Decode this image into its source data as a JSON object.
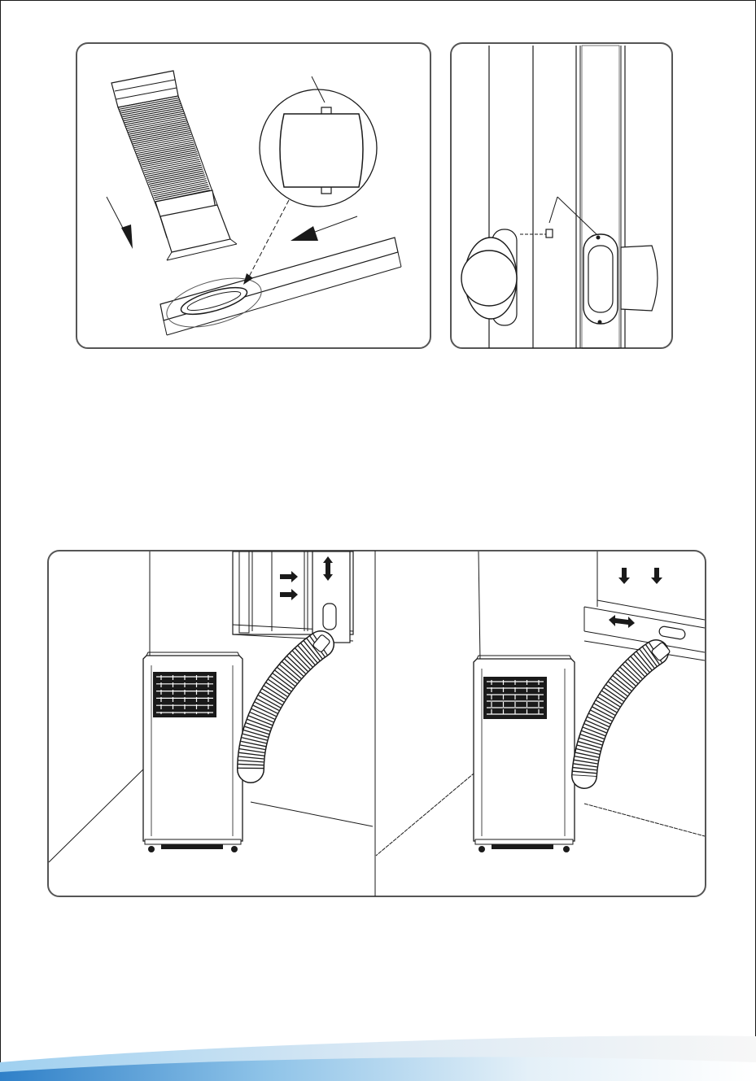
{
  "document": {
    "figures": [
      {
        "id": "hose-adapter",
        "icons": [
          "exhaust-hose",
          "window-slider",
          "adapter-detail"
        ]
      },
      {
        "id": "window-slider-attach",
        "icons": [
          "slider-panel",
          "screw",
          "hose-outlet"
        ]
      },
      {
        "id": "unit-installation",
        "icons": [
          "vertical-window",
          "horizontal-window",
          "air-conditioner-unit"
        ]
      }
    ],
    "text_lines": []
  },
  "colors": {
    "line": "#1a1a1a",
    "panel_border": "#555555",
    "hose_fill": "#ffffff",
    "band_blue": "#2f80c8",
    "band_light": "#d9ecf8"
  }
}
